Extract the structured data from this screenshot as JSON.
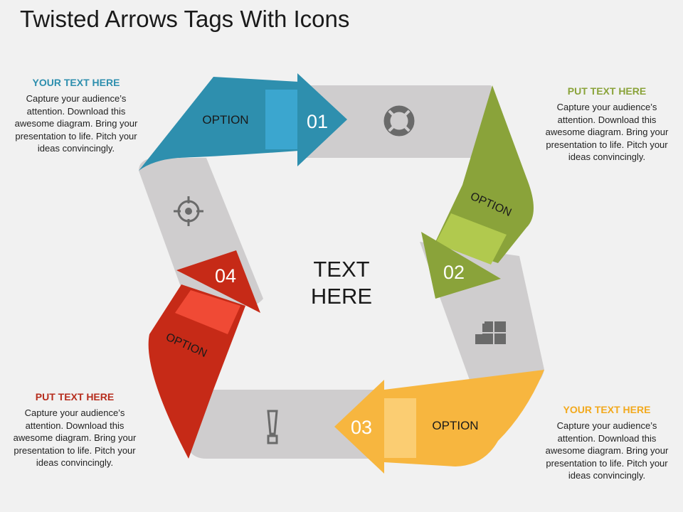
{
  "title": "Twisted Arrows Tags With Icons",
  "center_text": [
    "TEXT",
    "HERE"
  ],
  "colors": {
    "blue": "#2e8fae",
    "blue_light": "#3ba6cf",
    "green": "#8aa33a",
    "green_light": "#b1c94e",
    "orange": "#f7b63f",
    "orange_light": "#fbcd72",
    "red": "#c62a17",
    "red_light": "#f04a35",
    "ribbon": "#cfcdce"
  },
  "steps": [
    {
      "number": "01",
      "option": "OPTION",
      "icon": "lifebuoy-icon",
      "color": "blue"
    },
    {
      "number": "02",
      "option": "OPTION",
      "icon": "blocks-icon",
      "color": "green"
    },
    {
      "number": "03",
      "option": "OPTION",
      "icon": "exclamation-icon",
      "color": "orange"
    },
    {
      "number": "04",
      "option": "OPTION",
      "icon": "crosshair-icon",
      "color": "red"
    }
  ],
  "text_blocks": {
    "top_left": {
      "heading": "YOUR TEXT HERE",
      "heading_color": "#2e8fae",
      "body": "Capture your audience’s attention. Download this awesome diagram. Bring your presentation to life. Pitch your ideas convincingly."
    },
    "top_right": {
      "heading": "PUT TEXT HERE",
      "heading_color": "#8aa33a",
      "body": "Capture your audience’s attention. Download this awesome diagram. Bring your presentation to life. Pitch your ideas convincingly."
    },
    "bottom_left": {
      "heading": "PUT TEXT HERE",
      "heading_color": "#b62d1d",
      "body": "Capture your audience’s attention. Download this awesome diagram. Bring your presentation to life. Pitch your ideas convincingly."
    },
    "bottom_right": {
      "heading": "YOUR TEXT HERE",
      "heading_color": "#f2a91d",
      "body": "Capture your audience’s attention. Download this awesome diagram. Bring your presentation to life. Pitch your ideas convincingly."
    }
  }
}
